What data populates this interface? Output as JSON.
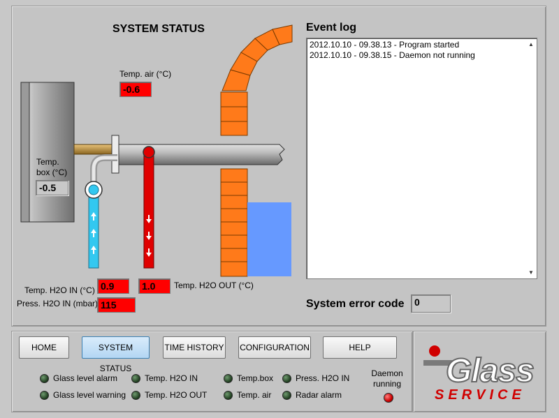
{
  "status": {
    "title": "SYSTEM STATUS",
    "temp_air_label": "Temp. air (°C)",
    "temp_air_value": "-0.6",
    "temp_box_label_line1": "Temp.",
    "temp_box_label_line2": "box (°C)",
    "temp_box_value": "-0.5",
    "temp_h2o_in_label": "Temp. H2O IN (°C)",
    "temp_h2o_in_value": "0.9",
    "temp_h2o_out_label": "Temp. H2O OUT (°C)",
    "temp_h2o_out_value": "1.0",
    "press_h2o_in_label": "Press. H2O IN (mbar)",
    "press_h2o_in_value": "115"
  },
  "event_log": {
    "title": "Event log",
    "lines": [
      "2012.10.10 - 09.38.13 - Program started",
      "2012.10.10 - 09.38.15 - Daemon not running"
    ]
  },
  "system_error": {
    "label": "System error code",
    "value": "0"
  },
  "nav": {
    "home": "HOME",
    "system_status": "SYSTEM STATUS",
    "time_history": "TIME HISTORY",
    "configuration": "CONFIGURATION",
    "help": "HELP"
  },
  "alarms": {
    "glass_level_alarm": "Glass level alarm",
    "glass_level_warning": "Glass level warning",
    "temp_h2o_in": "Temp. H2O IN",
    "temp_h2o_out": "Temp. H2O OUT",
    "temp_box": "Temp.box",
    "temp_air": "Temp. air",
    "press_h2o_in": "Press. H2O IN",
    "radar_alarm": "Radar alarm",
    "daemon_line1": "Daemon",
    "daemon_line2": "running"
  },
  "logo": {
    "word_glass": "Glass",
    "word_service": "SERVICE"
  },
  "colors": {
    "alarm_red": "#ff0000",
    "water_in": "#33c8f0",
    "water_out": "#e00000",
    "brick": "#ff7a1a",
    "glass_blue": "#6699ff"
  }
}
